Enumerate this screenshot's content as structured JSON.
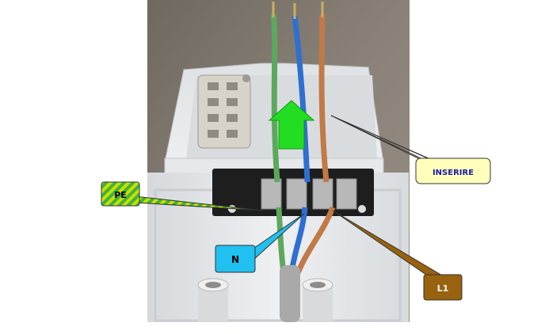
{
  "callouts": {
    "inserire": {
      "text": "INSERIRE",
      "fill": "#ffffbb",
      "text_color": "#1a1aa8"
    },
    "pe": {
      "text": "PE",
      "fill": "#c8e000",
      "stripe": "#3fb33f",
      "text_color": "#000000"
    },
    "n": {
      "text": "N",
      "fill": "#20c0f0",
      "text_color": "#000000"
    },
    "l1": {
      "text": "L1",
      "fill": "#99620e",
      "text_color": "#ffffff"
    }
  },
  "colors": {
    "wire_pe": "#5ca85c",
    "wire_n": "#2f6fd0",
    "wire_l1": "#c07a48",
    "arrow": "#22dd22",
    "enclosure": "#e4e6e8",
    "background_wall": "#8a8278"
  }
}
